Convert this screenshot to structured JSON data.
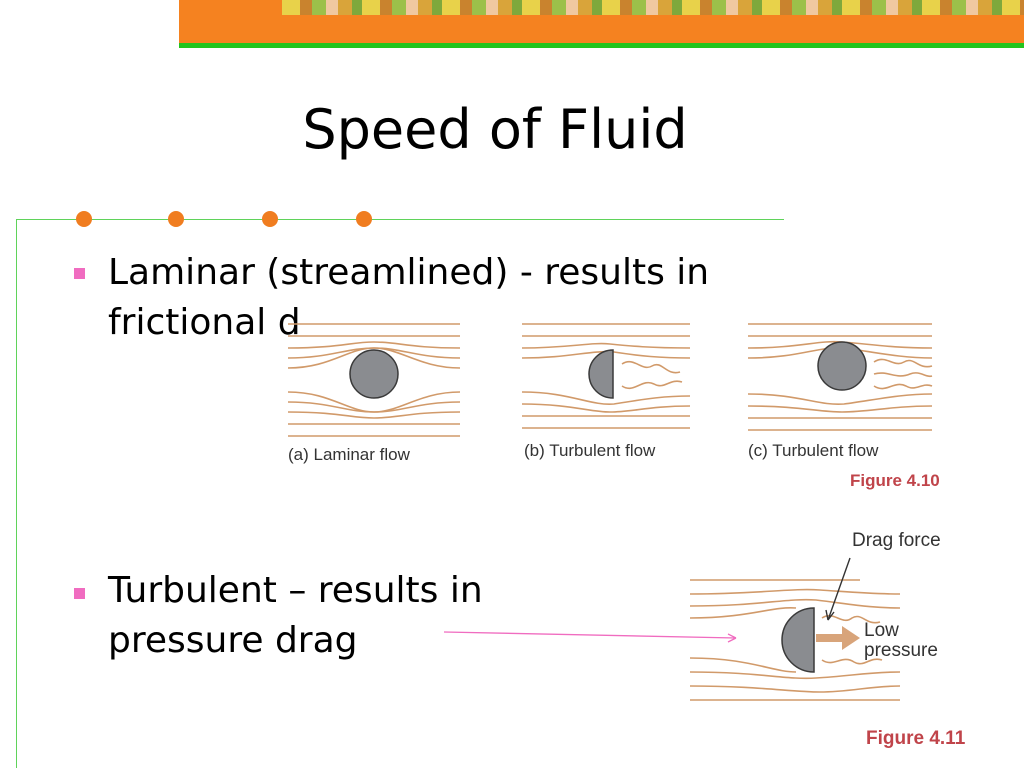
{
  "slide": {
    "title": "Speed of Fluid",
    "bullets": [
      {
        "line1": "Laminar (streamlined) - results in",
        "line2": "frictional d"
      },
      {
        "line1": "Turbulent – results in",
        "line2": "pressure drag"
      }
    ]
  },
  "figure_4_10": {
    "panels": [
      {
        "caption": "(a)  Laminar flow"
      },
      {
        "caption": "(b)  Turbulent flow"
      },
      {
        "caption": "(c)  Turbulent flow"
      }
    ],
    "label": "Figure 4.10"
  },
  "figure_4_11": {
    "drag_label": "Drag force",
    "low_line1": "Low",
    "low_line2": "pressure",
    "label": "Figure 4.11"
  },
  "colors": {
    "banner_orange": "#f58220",
    "banner_green": "#22c41e",
    "rule_green": "#5fd35a",
    "dot_orange": "#f07d20",
    "bullet_pink": "#f06cc0",
    "streamline": "#d19a6a",
    "figure_red": "#c0444a"
  }
}
